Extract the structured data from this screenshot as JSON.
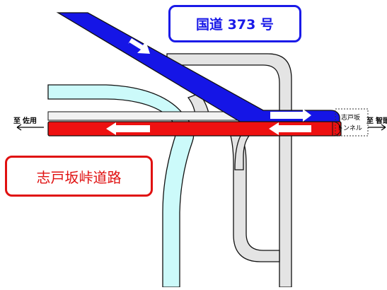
{
  "labels": {
    "national_route": "国道 373 号",
    "pass_road": "志戸坂峠道路",
    "to_west_prefix": "至",
    "to_west_place": "佐用",
    "to_east_prefix": "至",
    "to_east_place": "智頭",
    "tunnel_line1": "志戸坂",
    "tunnel_line2": "トンネル"
  },
  "colors": {
    "national_route": "#1515e6",
    "pass_road": "#ee1111",
    "river": "#ccfafa",
    "local_road": "#e4e4e4",
    "outline": "#111111"
  },
  "icons": [
    "arrow-left-icon",
    "arrow-right-icon",
    "direction-arrow-icon"
  ]
}
